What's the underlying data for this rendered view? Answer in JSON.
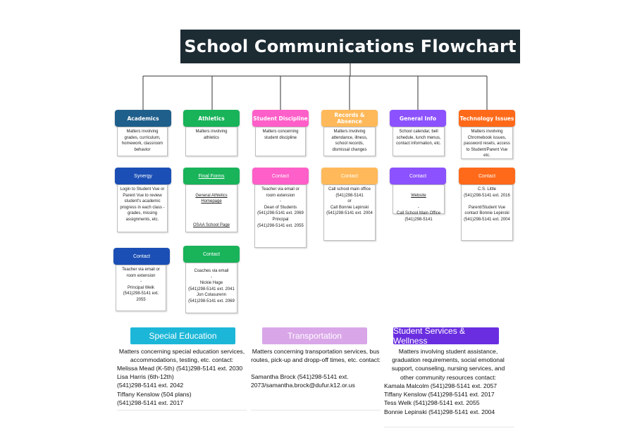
{
  "title": "School Communications Flowchart",
  "colors": {
    "title_bg": "#1d2b33",
    "academics": "#1f5f8b",
    "athletics": "#19b35a",
    "discipline": "#ff5fc8",
    "records": "#ffb95a",
    "general": "#8c52ff",
    "tech": "#ff6a1a",
    "synergy": "#1b4fb5",
    "special_ed": "#1cb7d8",
    "transport": "#d9a6e8",
    "student_services": "#6a2ee0"
  },
  "columns": [
    {
      "header": "Academics",
      "description": "Matters involving grades, curriculum, homework, classroom behavior",
      "sub_header": "Synergy",
      "sub_text": "Login to Student Vue or Parent Vue to review student's academic progress in each class - grades, missing assignments, etc.",
      "sub2_header": "Contact",
      "sub2_text": "Teacher via email or room extension\n-\nPrincipal Welk\n(541)298-5141 ext. 2055"
    },
    {
      "header": "Athletics",
      "description": "Matters involving athletics",
      "sub_header": "Final Forms",
      "sub_link1": "General Athletics Homepage",
      "sub_link2": "OSAA School Page",
      "sub2_header": "Contact",
      "sub2_text": "Coaches via email\n-\nNickie Hage\n(541)298-5141 ext. 2041\nJon Colasurenn\n(541)298-5141 ext. 2069"
    },
    {
      "header": "Student Discipline",
      "description": "Matters concerning student discipline",
      "sub_header": "Contact",
      "sub_text": "Teacher via email or room extension\n-\nDean of Students\n(541)298-5141 ext. 2069\nPrincipal\n(541)298-5141 ext. 2055"
    },
    {
      "header": "Records & Absence",
      "description": "Matters involving attendance, illness, school records, dismissal changes",
      "sub_header": "Contact",
      "sub_text": "Call school main office\n(541)298-5141\nor\nCall Bonnie Lepinski\n(541)298-5141 ext. 2004"
    },
    {
      "header": "General Info",
      "description": "School calendar, bell schedule, lunch menus, contact information, etc.",
      "sub_header": "Contact",
      "sub_link": "Website",
      "sub_text": "-\nCall School Main Office\n(541)298-5141"
    },
    {
      "header": "Technology Issues",
      "description": "Matters involving Chromebook issues, password resets, access to Student/Parent Vue etc.",
      "sub_header": "Contact",
      "sub_text": "C.S. Little\n(541)298-5141 ext. 2016\n\nParent/Student Vue contact Bonnie Lepinski\n(541)298-5141 ext. 2004"
    }
  ],
  "bottom": [
    {
      "header": "Special Education",
      "intro": "Matters concerning special education services, accommodations, testing, etc. contact:",
      "lines": "Melissa Mead (K-5th) (541)298-5141 ext. 2030\nLisa Harris (6th-12th)\n(541)298-5141 ext. 2042\nTiffany Kenslow (504 plans)\n(541)298-5141 ext. 2017"
    },
    {
      "header": "Transportation",
      "intro": "Matters concerning transportation services, bus routes, pick-up and dropp-off times, etc. contact:",
      "lines": "Samantha Brock (541)298-5141 ext. 2073/samantha.brock@dufur.k12.or.us"
    },
    {
      "header": "Student Services & Wellness",
      "intro": "Matters involving student assistance, graduation requirements, social emotional support, counseling, nursing services, and other community resources contact:",
      "lines": "Kamala Malcolm (541)298-5141 ext. 2057\nTiffany Kenslow (541)298-5141 ext. 2017\nTess Welk (541)298-5141 ext. 2055\nBonnie Lepinski (541)298-5141 ext. 2004"
    }
  ]
}
